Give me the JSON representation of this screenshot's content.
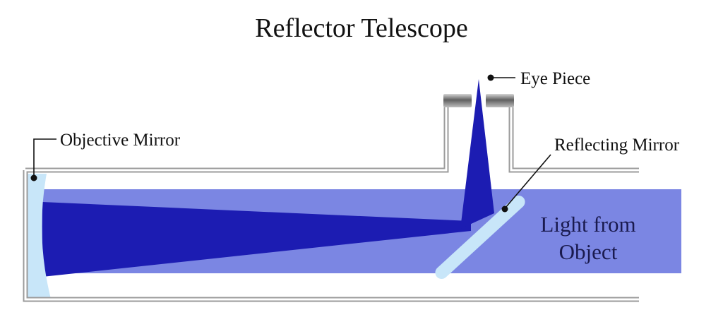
{
  "title": "Reflector Telescope",
  "labels": {
    "eye_piece": "Eye Piece",
    "objective_mirror": "Objective Mirror",
    "reflecting_mirror": "Reflecting Mirror",
    "light_from_line1": "Light from",
    "light_from_line2": "Object"
  },
  "colors": {
    "background": "#ffffff",
    "beam_dark_blue": "#1c1cb2",
    "light_band_blue": "#7b86e3",
    "pale_mirror_blue": "#c8e6f9",
    "tube_gray": "#9b9b9b",
    "label_text": "#111111",
    "band_text": "#1a1a4e",
    "label_line": "#111111"
  }
}
